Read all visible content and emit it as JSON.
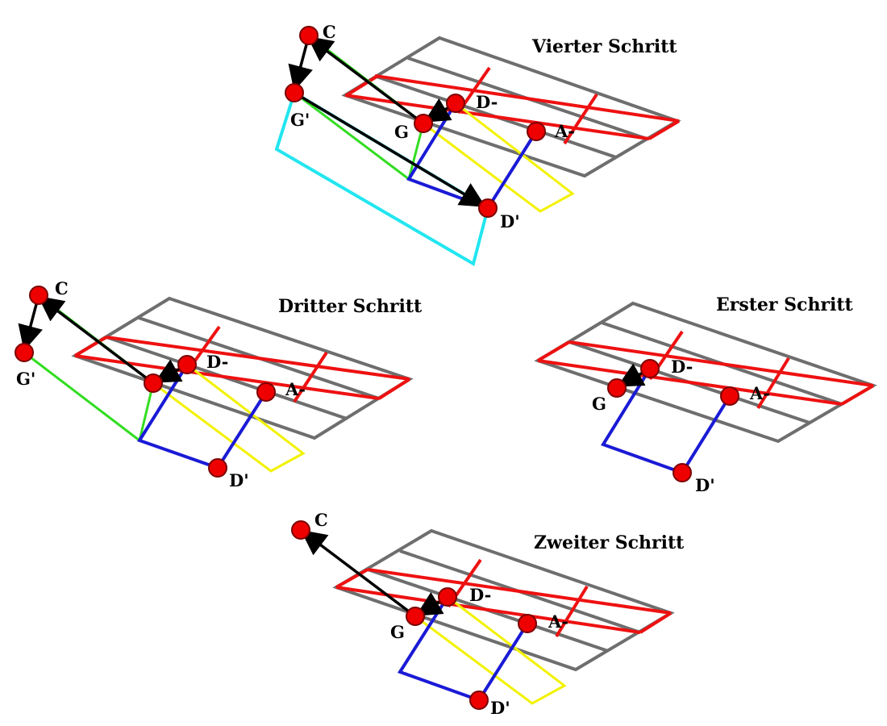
{
  "colors": {
    "grid_gray": "#6e6e6e",
    "grid_red": "#ee1111",
    "blue": "#1a1ad6",
    "yellow": "#f2f200",
    "green": "#33dd22",
    "cyan": "#22e6f0",
    "arrow": "#000000",
    "point_fill": "#ee0000",
    "point_stroke": "#7a0000"
  },
  "panels": [
    {
      "id": "vierter",
      "title": "Vierter Schritt",
      "labels": {
        "C": "C",
        "Gp": "G'",
        "G": "G",
        "Dm": "D-",
        "Am": "A-",
        "Dp": "D'"
      }
    },
    {
      "id": "dritter",
      "title": "Dritter Schritt",
      "labels": {
        "C": "C",
        "Gp": "G'",
        "Dm": "D-",
        "Am": "A-",
        "Dp": "D'"
      }
    },
    {
      "id": "erster",
      "title": "Erster Schritt",
      "labels": {
        "G": "G",
        "Dm": "D-",
        "Am": "A-",
        "Dp": "D'"
      }
    },
    {
      "id": "zweiter",
      "title": "Zweiter Schritt",
      "labels": {
        "C": "C",
        "G": "G",
        "Dm": "D-",
        "Am": "A-",
        "Dp": "D'"
      }
    }
  ]
}
